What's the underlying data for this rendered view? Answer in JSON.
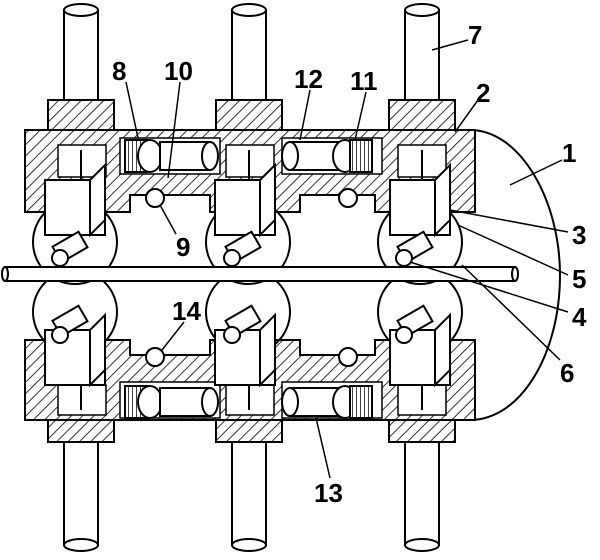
{
  "figure": {
    "colors": {
      "line": "#000000",
      "background": "#ffffff",
      "housing_hatch": "#000000",
      "part_fill": "#ffffff"
    },
    "callouts": {
      "c1": "1",
      "c2": "2",
      "c3": "3",
      "c4": "4",
      "c5": "5",
      "c6": "6",
      "c7": "7",
      "c8": "8",
      "c9": "9",
      "c10": "10",
      "c11": "11",
      "c12": "12",
      "c13": "13",
      "c14": "14"
    }
  }
}
